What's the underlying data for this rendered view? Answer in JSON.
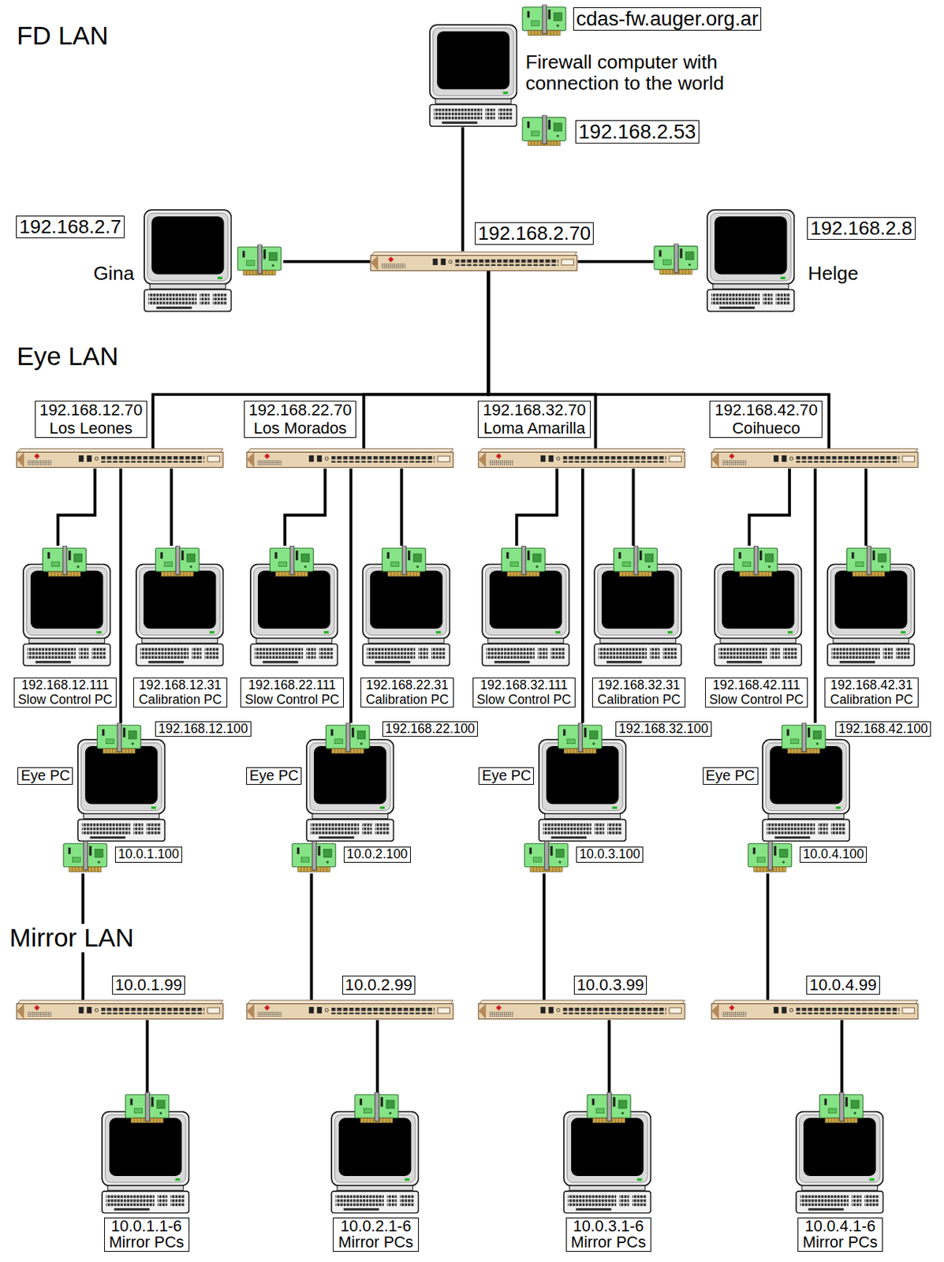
{
  "diagram": {
    "nodes": [
      {
        "text": [
          "cdas-fw.auger.org.ar",
          "Firewall computer with connection to the world",
          "192.168.2.53"
        ]
      },
      {
        "text": [
          "192.168.2.7",
          "Gina"
        ]
      },
      {
        "text": [
          "192.168.2.70"
        ]
      },
      {
        "text": [
          "192.168.2.8",
          "Helge"
        ]
      },
      {
        "text": [
          "192.168.12.70 Los Leones"
        ]
      },
      {
        "text": [
          "192.168.22.70 Los Morados"
        ]
      },
      {
        "text": [
          "192.168.32.70 Loma Amarilla"
        ]
      },
      {
        "text": [
          "192.168.42.70 Coihueco"
        ]
      },
      {
        "text": [
          "192.168.12.111 Slow Control PC"
        ]
      },
      {
        "text": [
          "192.168.12.31 Calibration PC"
        ]
      },
      {
        "text": [
          "192.168.22.111 Slow Control PC"
        ]
      },
      {
        "text": [
          "192.168.22.31 Calibration PC"
        ]
      },
      {
        "text": [
          "192.168.32.111 Slow Control PC"
        ]
      },
      {
        "text": [
          "192.168.32.31 Calibration PC"
        ]
      },
      {
        "text": [
          "192.168.42.111 Slow Control PC"
        ]
      },
      {
        "text": [
          "192.168.42.31 Calibration PC"
        ]
      },
      {
        "text": [
          "192.168.12.100",
          "Eye PC",
          "10.0.1.100"
        ]
      },
      {
        "text": [
          "192.168.22.100",
          "Eye PC",
          "10.0.2.100"
        ]
      },
      {
        "text": [
          "192.168.32.100",
          "Eye PC",
          "10.0.3.100"
        ]
      },
      {
        "text": [
          "192.168.42.100",
          "Eye PC",
          "10.0.4.100"
        ]
      },
      {
        "text": [
          "10.0.1.99"
        ]
      },
      {
        "text": [
          "10.0.2.99"
        ]
      },
      {
        "text": [
          "10.0.3.99"
        ]
      },
      {
        "text": [
          "10.0.4.99"
        ]
      },
      {
        "text": [
          "10.0.1.1-6 Mirror PCs"
        ]
      },
      {
        "text": [
          "10.0.2.1-6 Mirror PCs"
        ]
      },
      {
        "text": [
          "10.0.3.1-6 Mirror PCs"
        ]
      },
      {
        "text": [
          "10.0.4.1-6 Mirror PCs"
        ]
      }
    ],
    "edges": [
      {
        "from": 0,
        "to": 2,
        "arrow": "none"
      },
      {
        "from": 1,
        "to": 2,
        "arrow": "none"
      },
      {
        "from": 2,
        "to": 3,
        "arrow": "none"
      },
      {
        "from": 2,
        "to": 4,
        "arrow": "none"
      },
      {
        "from": 2,
        "to": 5,
        "arrow": "none"
      },
      {
        "from": 2,
        "to": 6,
        "arrow": "none"
      },
      {
        "from": 2,
        "to": 7,
        "arrow": "none"
      },
      {
        "from": 4,
        "to": 8,
        "arrow": "none"
      },
      {
        "from": 4,
        "to": 9,
        "arrow": "none"
      },
      {
        "from": 4,
        "to": 16,
        "arrow": "none"
      },
      {
        "from": 16,
        "to": 20,
        "arrow": "none"
      },
      {
        "from": 20,
        "to": 24,
        "arrow": "none"
      },
      {
        "from": 5,
        "to": 10,
        "arrow": "none"
      },
      {
        "from": 5,
        "to": 11,
        "arrow": "none"
      },
      {
        "from": 5,
        "to": 17,
        "arrow": "none"
      },
      {
        "from": 17,
        "to": 21,
        "arrow": "none"
      },
      {
        "from": 21,
        "to": 25,
        "arrow": "none"
      },
      {
        "from": 6,
        "to": 12,
        "arrow": "none"
      },
      {
        "from": 6,
        "to": 13,
        "arrow": "none"
      },
      {
        "from": 6,
        "to": 18,
        "arrow": "none"
      },
      {
        "from": 18,
        "to": 22,
        "arrow": "none"
      },
      {
        "from": 22,
        "to": 26,
        "arrow": "none"
      },
      {
        "from": 7,
        "to": 14,
        "arrow": "none"
      },
      {
        "from": 7,
        "to": 15,
        "arrow": "none"
      },
      {
        "from": 7,
        "to": 19,
        "arrow": "none"
      },
      {
        "from": 19,
        "to": 23,
        "arrow": "none"
      },
      {
        "from": 23,
        "to": 27,
        "arrow": "none"
      }
    ],
    "labels": [
      "FD LAN",
      "Eye LAN",
      "Mirror LAN"
    ]
  }
}
